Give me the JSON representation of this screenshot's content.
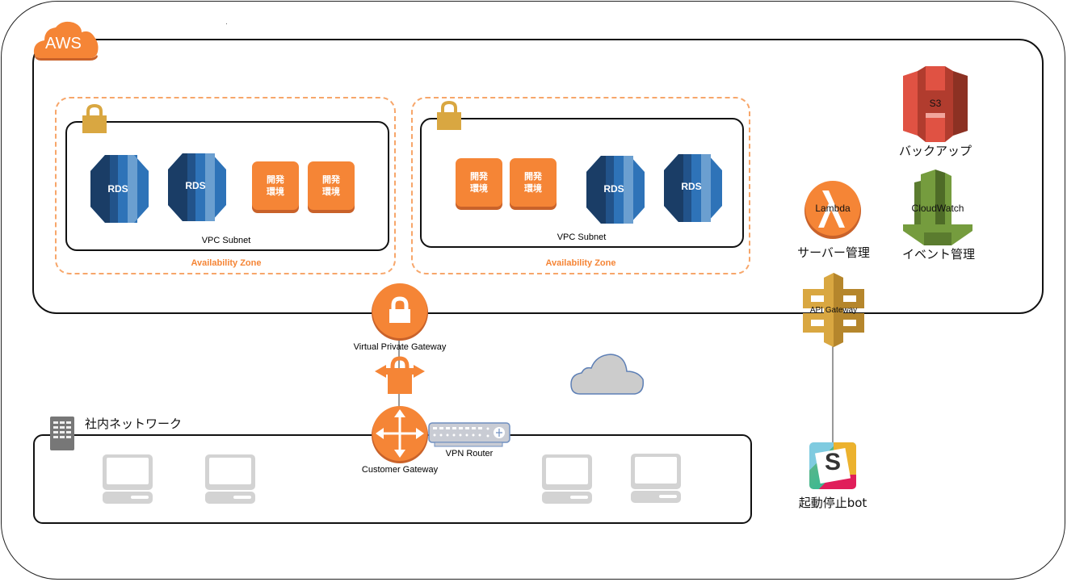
{
  "diagram": {
    "cloud_badge": "AWS",
    "availability_zones": [
      {
        "label": "Availability Zone",
        "subnet_label": "VPC Subnet",
        "items": [
          {
            "type": "rds",
            "label": "RDS"
          },
          {
            "type": "rds",
            "label": "RDS"
          },
          {
            "type": "dev",
            "label_line1": "開発",
            "label_line2": "環境"
          },
          {
            "type": "dev",
            "label_line1": "開発",
            "label_line2": "環境"
          }
        ]
      },
      {
        "label": "Availability Zone",
        "subnet_label": "VPC Subnet",
        "items": [
          {
            "type": "dev",
            "label_line1": "開発",
            "label_line2": "環境"
          },
          {
            "type": "dev",
            "label_line1": "開発",
            "label_line2": "環境"
          },
          {
            "type": "rds",
            "label": "RDS"
          },
          {
            "type": "rds",
            "label": "RDS"
          }
        ]
      }
    ],
    "services": {
      "s3": {
        "icon_text": "S3",
        "caption": "バックアップ"
      },
      "lambda": {
        "icon_text": "Lambda",
        "caption": "サーバー管理"
      },
      "cloudwatch": {
        "icon_text": "CloudWatch",
        "caption": "イベント管理"
      },
      "api_gateway": {
        "icon_text": "API Gateway"
      },
      "slack": {
        "icon_text": "S",
        "caption": "起動停止bot"
      }
    },
    "vpn": {
      "virtual_private_gateway": "Virtual Private Gateway",
      "customer_gateway": "Customer Gateway",
      "vpn_router": "VPN Router"
    },
    "corporate_network": {
      "label": "社内ネットワーク",
      "clients": 4
    },
    "colors": {
      "aws_orange": "#f58536",
      "lock_gold": "#d9a741",
      "rds_blue": "#2e73b8",
      "s3_red": "#e05243",
      "cloudwatch_green": "#759c3e",
      "api_gateway_gold": "#d9a741",
      "internet_cloud": "#cccccc"
    }
  }
}
